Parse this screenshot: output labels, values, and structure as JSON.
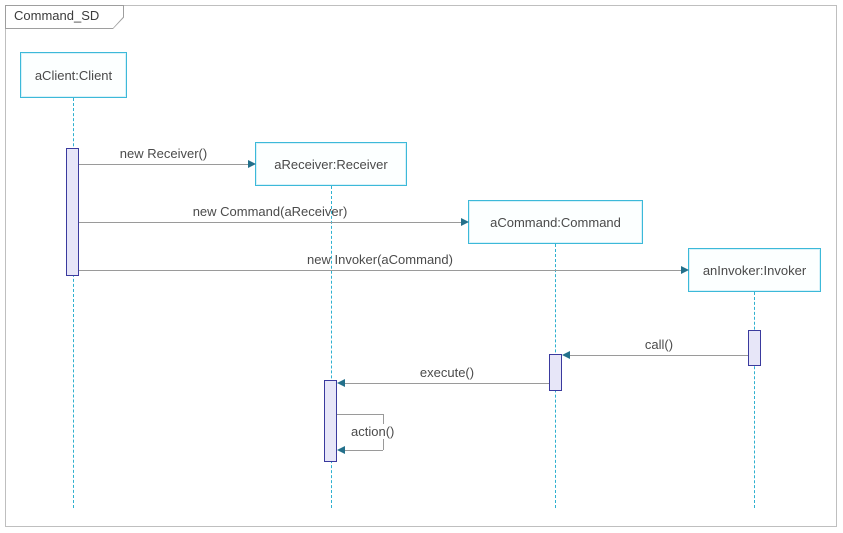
{
  "frame": {
    "title": "Command_SD"
  },
  "lifelines": [
    {
      "label": "aClient:Client"
    },
    {
      "label": "aReceiver:Receiver"
    },
    {
      "label": "aCommand:Command"
    },
    {
      "label": "anInvoker:Invoker"
    }
  ],
  "messages": [
    {
      "label": "new Receiver()",
      "type": "create"
    },
    {
      "label": "new Command(aReceiver)",
      "type": "create"
    },
    {
      "label": "new Invoker(aCommand)",
      "type": "create"
    },
    {
      "label": "call()",
      "type": "call"
    },
    {
      "label": "execute()",
      "type": "call"
    },
    {
      "label": "action()",
      "type": "self-call"
    }
  ],
  "colors": {
    "lifeline_dash": "#2fb0cf",
    "head_box_border": "#3cb9d9",
    "head_box_fill": "#fcffff",
    "activation_fill": "#e7e6f8",
    "activation_border": "#3a3a9e",
    "message_line": "#9a9a9a",
    "arrowhead": "#23708b",
    "label_text": "#4b4b4b",
    "frame_border": "#bfbfbf"
  }
}
